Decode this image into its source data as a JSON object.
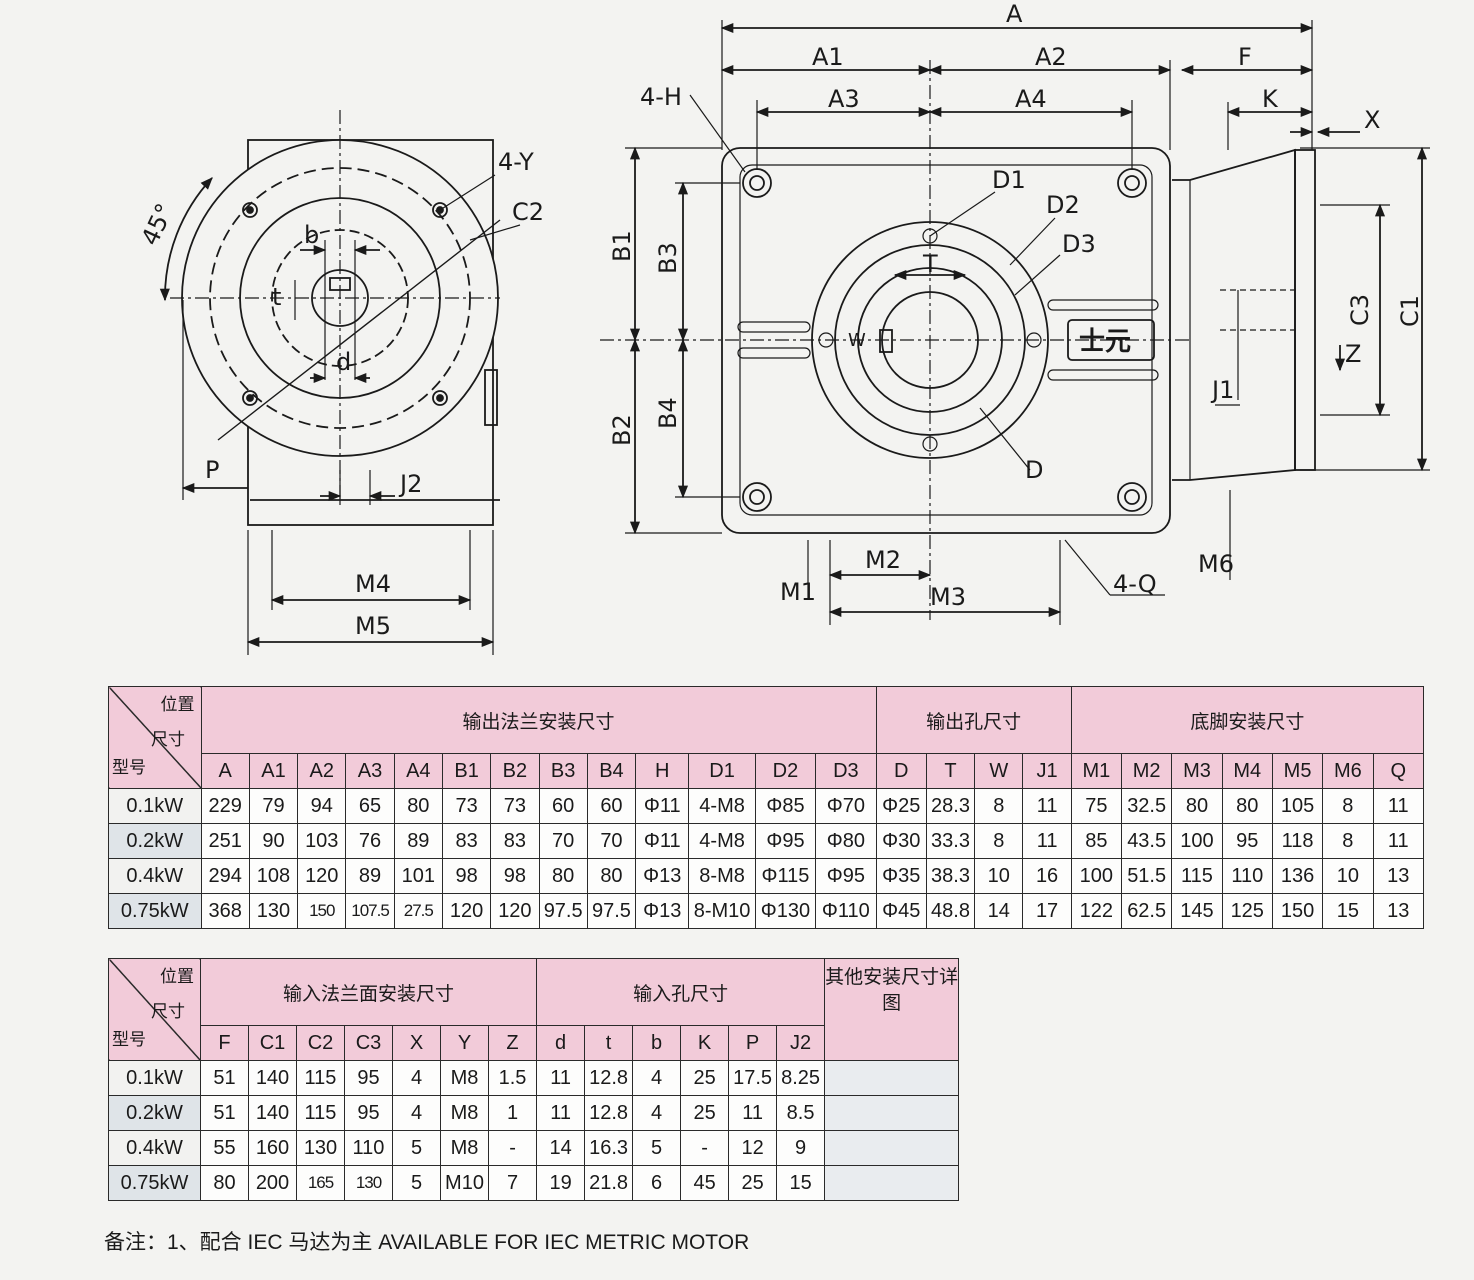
{
  "drawing": {
    "side_view": {
      "angle": "45°",
      "labels": [
        "4-Y",
        "C2",
        "b",
        "t",
        "d",
        "P",
        "J2",
        "M4",
        "M5"
      ]
    },
    "front_view": {
      "labels": [
        "A",
        "A1",
        "A2",
        "A3",
        "A4",
        "F",
        "K",
        "X",
        "4-H",
        "D1",
        "D2",
        "D3",
        "T",
        "W",
        "D",
        "B1",
        "B3",
        "B2",
        "B4",
        "C3",
        "C1",
        "Z",
        "J1",
        "M1",
        "M2",
        "M3",
        "M6",
        "4-Q"
      ],
      "brand_mark": "士元"
    }
  },
  "output_table": {
    "corner": {
      "position": "位置",
      "size": "尺寸",
      "model": "型号"
    },
    "groups": [
      "输出法兰安装尺寸",
      "输出孔尺寸",
      "底脚安装尺寸"
    ],
    "columns": [
      "A",
      "A1",
      "A2",
      "A3",
      "A4",
      "B1",
      "B2",
      "B3",
      "B4",
      "H",
      "D1",
      "D2",
      "D3",
      "D",
      "T",
      "W",
      "J1",
      "M1",
      "M2",
      "M3",
      "M4",
      "M5",
      "M6",
      "Q"
    ],
    "rows": [
      {
        "model": "0.1kW",
        "values": [
          "229",
          "79",
          "94",
          "65",
          "80",
          "73",
          "73",
          "60",
          "60",
          "Φ11",
          "4-M8",
          "Φ85",
          "Φ70",
          "Φ25",
          "28.3",
          "8",
          "11",
          "75",
          "32.5",
          "80",
          "80",
          "105",
          "8",
          "11"
        ]
      },
      {
        "model": "0.2kW",
        "values": [
          "251",
          "90",
          "103",
          "76",
          "89",
          "83",
          "83",
          "70",
          "70",
          "Φ11",
          "4-M8",
          "Φ95",
          "Φ80",
          "Φ30",
          "33.3",
          "8",
          "11",
          "85",
          "43.5",
          "100",
          "95",
          "118",
          "8",
          "11"
        ]
      },
      {
        "model": "0.4kW",
        "values": [
          "294",
          "108",
          "120",
          "89",
          "101",
          "98",
          "98",
          "80",
          "80",
          "Φ13",
          "8-M8",
          "Φ115",
          "Φ95",
          "Φ35",
          "38.3",
          "10",
          "16",
          "100",
          "51.5",
          "115",
          "110",
          "136",
          "10",
          "13"
        ]
      },
      {
        "model": "0.75kW",
        "values": [
          "368",
          "130",
          "150",
          "107.5",
          "27.5",
          "120",
          "120",
          "97.5",
          "97.5",
          "Φ13",
          "8-M10",
          "Φ130",
          "Φ110",
          "Φ45",
          "48.8",
          "14",
          "17",
          "122",
          "62.5",
          "145",
          "125",
          "150",
          "15",
          "13"
        ]
      }
    ]
  },
  "input_table": {
    "corner": {
      "position": "位置",
      "size": "尺寸",
      "model": "型号"
    },
    "groups": [
      "输入法兰面安装尺寸",
      "输入孔尺寸"
    ],
    "other_header": "其他安装尺寸详图",
    "columns": [
      "F",
      "C1",
      "C2",
      "C3",
      "X",
      "Y",
      "Z",
      "d",
      "t",
      "b",
      "K",
      "P",
      "J2"
    ],
    "rows": [
      {
        "model": "0.1kW",
        "values": [
          "51",
          "140",
          "115",
          "95",
          "4",
          "M8",
          "1.5",
          "11",
          "12.8",
          "4",
          "25",
          "17.5",
          "8.25"
        ]
      },
      {
        "model": "0.2kW",
        "values": [
          "51",
          "140",
          "115",
          "95",
          "4",
          "M8",
          "1",
          "11",
          "12.8",
          "4",
          "25",
          "11",
          "8.5"
        ]
      },
      {
        "model": "0.4kW",
        "values": [
          "55",
          "160",
          "130",
          "110",
          "5",
          "M8",
          "-",
          "14",
          "16.3",
          "5",
          "-",
          "12",
          "9"
        ]
      },
      {
        "model": "0.75kW",
        "values": [
          "80",
          "200",
          "165",
          "130",
          "5",
          "M10",
          "7",
          "19",
          "21.8",
          "6",
          "45",
          "25",
          "15"
        ]
      }
    ]
  },
  "note": "备注：1、配合 IEC 马达为主 AVAILABLE FOR IEC METRIC MOTOR"
}
